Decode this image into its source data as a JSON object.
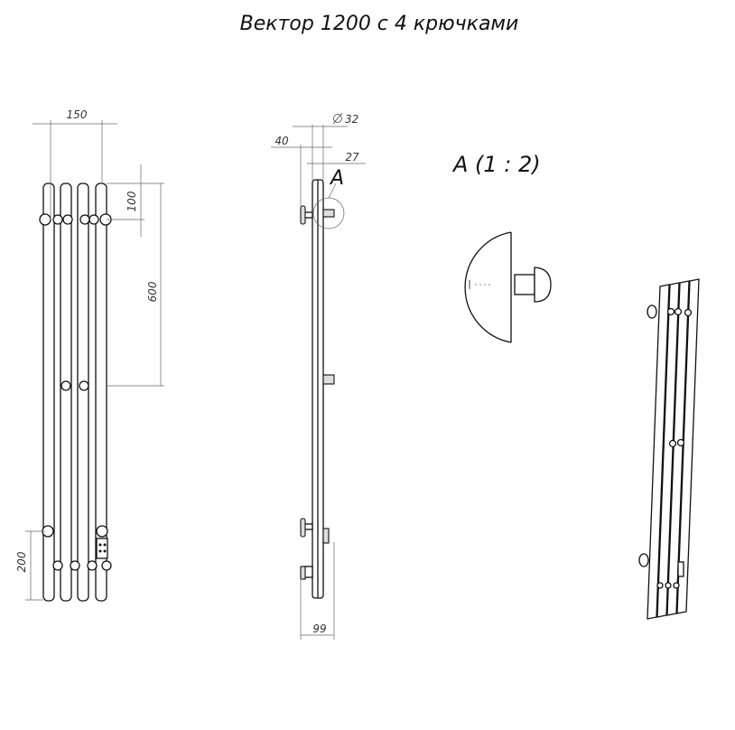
{
  "title": "Вектор 1200 с 4 крючками",
  "dimensions": {
    "width_150": "150",
    "spacing_100": "100",
    "height_600": "600",
    "bottom_200": "200",
    "diameter_32": "32",
    "offset_40": "40",
    "offset_27": "27",
    "depth_99": "99",
    "section_marker": "A"
  },
  "detail": {
    "label": "A (1 : 2)"
  },
  "icons": {
    "diameter_symbol": "diameter-icon"
  }
}
